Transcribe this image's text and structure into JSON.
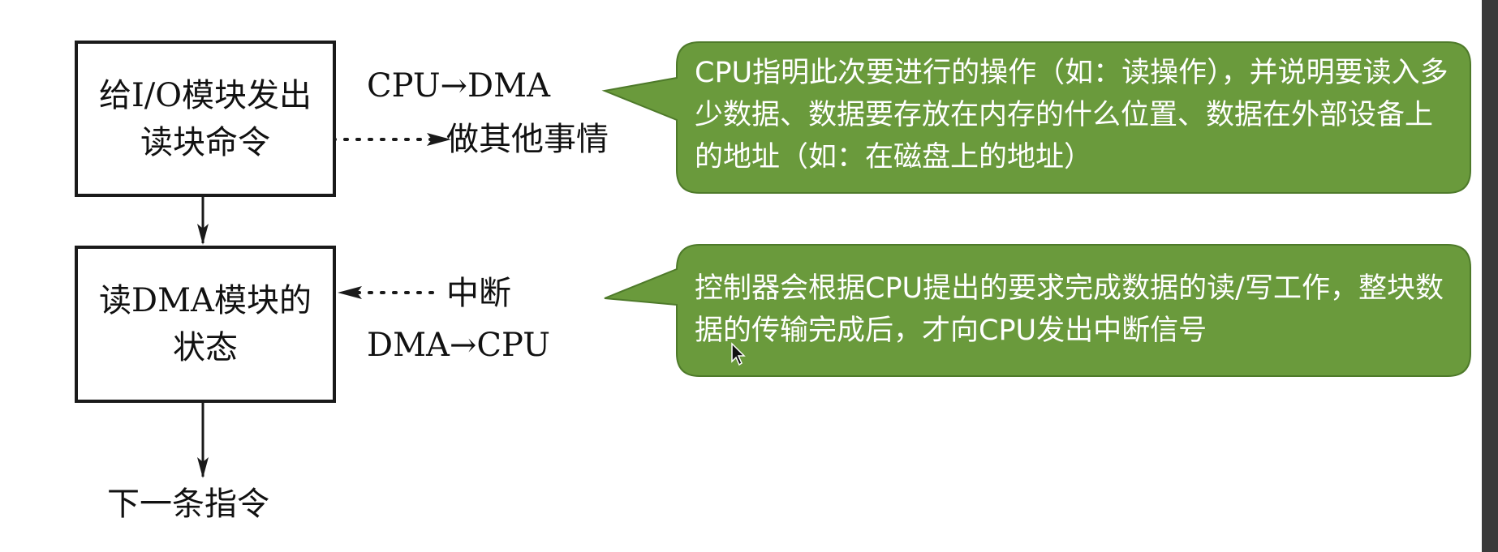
{
  "flow": {
    "box1": "给I/O模块发出读块命令",
    "box2": "读DMA模块的状态",
    "next": "下一条指令",
    "label_cpu_dma": "CPU→DMA",
    "label_other": "做其他事情",
    "label_interrupt": "中断",
    "label_dma_cpu": "DMA→CPU"
  },
  "callouts": {
    "top": "CPU指明此次要进行的操作（如：读操作），并说明要读入多少数据、数据要存放在内存的什么位置、数据在外部设备上的地址（如：在磁盘上的地址）",
    "bottom": "控制器会根据CPU提出的要求完成数据的读/写工作，整块数据的传输完成后，才向CPU发出中断信号"
  },
  "colors": {
    "callout_fill": "#6a9a3c",
    "callout_stroke": "#4e7a2a",
    "line": "#1a1a1a"
  }
}
